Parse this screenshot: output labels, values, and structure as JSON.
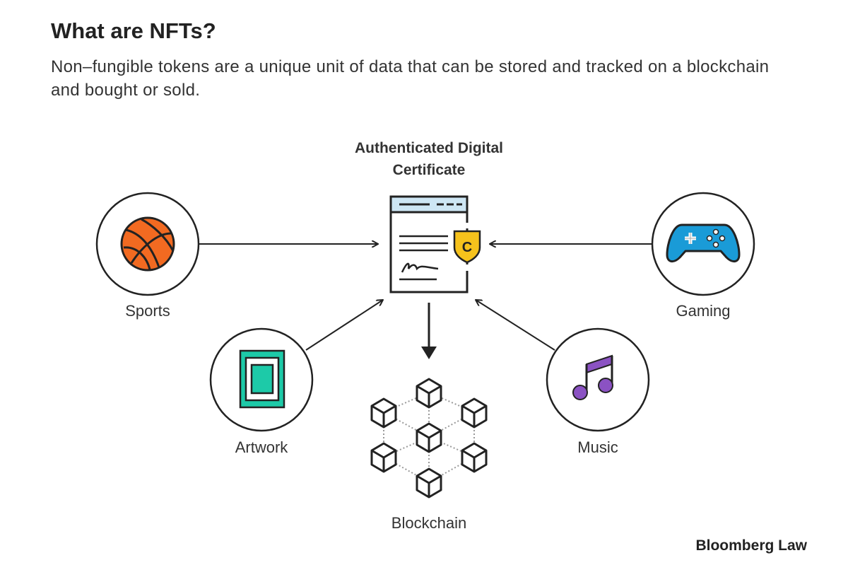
{
  "title": "What are NFTs?",
  "subtitle": "Non–fungible tokens are a unique unit of data that can be stored and tracked on a blockchain and bought or sold.",
  "center": {
    "label_line1": "Authenticated Digital",
    "label_line2": "Certificate",
    "badge_letter": "C"
  },
  "nodes": {
    "sports": "Sports",
    "gaming": "Gaming",
    "artwork": "Artwork",
    "music": "Music",
    "blockchain": "Blockchain"
  },
  "brand": "Bloomberg Law",
  "colors": {
    "sports": "#f26a21",
    "gaming": "#1a9bd7",
    "artwork": "#1dcaa8",
    "music": "#8b52c3",
    "badge": "#f6c21c",
    "header": "#cde6f4"
  }
}
